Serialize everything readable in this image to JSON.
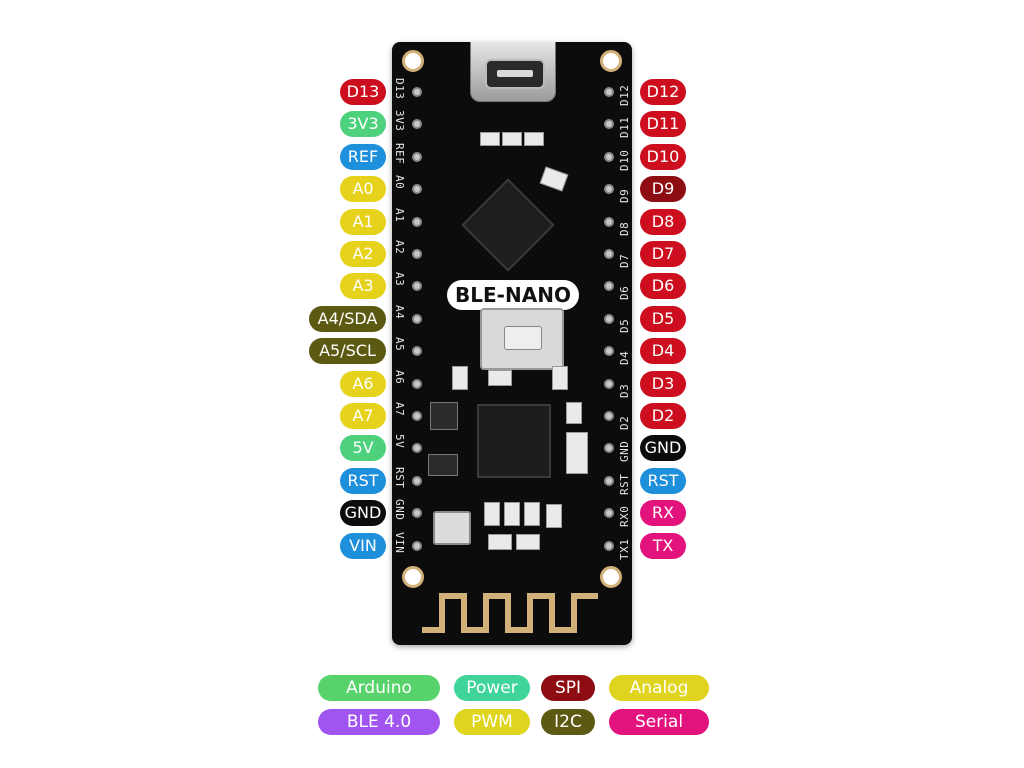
{
  "colors": {
    "digital": "#cc0e1e",
    "power": "#4dd17c",
    "ref": "#1e8fdb",
    "analog": "#e6d21a",
    "i2c": "#5c5a12",
    "gnd": "#0c0c0c",
    "rst": "#1e8fdb",
    "serial": "#e3137e",
    "spi": "#8e0d13",
    "arduino": "#58d36b",
    "power_legend": "#3fd49a",
    "ble": "#a055f0",
    "pwm": "#dfd41e"
  },
  "board": {
    "title": "BLE-NANO"
  },
  "left_labels": [
    {
      "text": "D13",
      "color": "#cc0e1e",
      "silk": "D13"
    },
    {
      "text": "3V3",
      "color": "#4dd17c",
      "silk": "3V3"
    },
    {
      "text": "REF",
      "color": "#1e8fdb",
      "silk": "REF"
    },
    {
      "text": "A0",
      "color": "#e6d21a",
      "silk": "A0"
    },
    {
      "text": "A1",
      "color": "#e6d21a",
      "silk": "A1"
    },
    {
      "text": "A2",
      "color": "#e6d21a",
      "silk": "A2"
    },
    {
      "text": "A3",
      "color": "#e6d21a",
      "silk": "A3"
    },
    {
      "text": "A4/SDA",
      "color": "#5c5a12",
      "silk": "A4"
    },
    {
      "text": "A5/SCL",
      "color": "#5c5a12",
      "silk": "A5"
    },
    {
      "text": "A6",
      "color": "#e6d21a",
      "silk": "A6"
    },
    {
      "text": "A7",
      "color": "#e6d21a",
      "silk": "A7"
    },
    {
      "text": "5V",
      "color": "#4dd17c",
      "silk": "5V"
    },
    {
      "text": "RST",
      "color": "#1e8fdb",
      "silk": "RST"
    },
    {
      "text": "GND",
      "color": "#0c0c0c",
      "silk": "GND"
    },
    {
      "text": "VIN",
      "color": "#1e8fdb",
      "silk": "VIN"
    }
  ],
  "right_labels": [
    {
      "text": "D12",
      "color": "#cc0e1e",
      "silk": "D12"
    },
    {
      "text": "D11",
      "color": "#cc0e1e",
      "silk": "D11"
    },
    {
      "text": "D10",
      "color": "#cc0e1e",
      "silk": "D10"
    },
    {
      "text": "D9",
      "color": "#8e0d13",
      "silk": "D9"
    },
    {
      "text": "D8",
      "color": "#cc0e1e",
      "silk": "D8"
    },
    {
      "text": "D7",
      "color": "#cc0e1e",
      "silk": "D7"
    },
    {
      "text": "D6",
      "color": "#cc0e1e",
      "silk": "D6"
    },
    {
      "text": "D5",
      "color": "#cc0e1e",
      "silk": "D5"
    },
    {
      "text": "D4",
      "color": "#cc0e1e",
      "silk": "D4"
    },
    {
      "text": "D3",
      "color": "#cc0e1e",
      "silk": "D3"
    },
    {
      "text": "D2",
      "color": "#cc0e1e",
      "silk": "D2"
    },
    {
      "text": "GND",
      "color": "#0c0c0c",
      "silk": "GND"
    },
    {
      "text": "RST",
      "color": "#1e8fdb",
      "silk": "RST"
    },
    {
      "text": "RX",
      "color": "#e3137e",
      "silk": "RX0"
    },
    {
      "text": "TX",
      "color": "#e3137e",
      "silk": "TX1"
    }
  ],
  "legend": [
    {
      "text": "Arduino",
      "color": "#58d36b"
    },
    {
      "text": "Power",
      "color": "#3fd49a"
    },
    {
      "text": "SPI",
      "color": "#8e0d13"
    },
    {
      "text": "Analog",
      "color": "#dfd41e"
    },
    {
      "text": "BLE 4.0",
      "color": "#a055f0"
    },
    {
      "text": "PWM",
      "color": "#dfd41e"
    },
    {
      "text": "I2C",
      "color": "#5c5a12"
    },
    {
      "text": "Serial",
      "color": "#e3137e"
    }
  ]
}
